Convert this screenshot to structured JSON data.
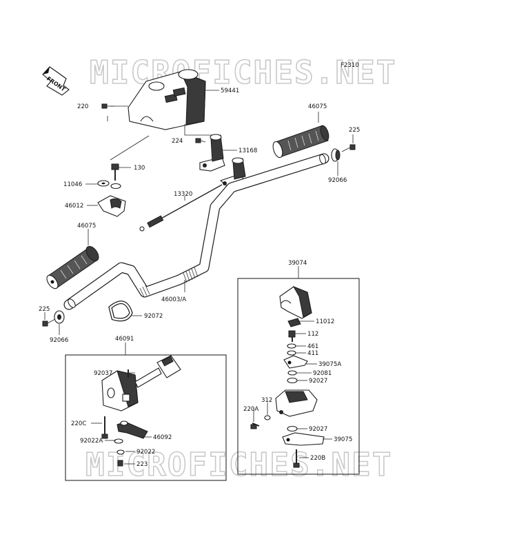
{
  "diagram": {
    "code": "F2310",
    "front_label": "FRONT",
    "watermark_top": "MICROFICHES.NET",
    "watermark_bottom": "MICROFICHES.NET"
  },
  "part_labels": [
    "59441",
    "220",
    "224",
    "13168",
    "46075",
    "225",
    "11046",
    "130",
    "92066",
    "46012",
    "13320",
    "46075",
    "39074",
    "46003/A",
    "225",
    "92072",
    "92066",
    "11012",
    "112",
    "461",
    "411",
    "46091",
    "39075A",
    "92037",
    "92081",
    "92027",
    "312",
    "220A",
    "220C",
    "92027",
    "92022A",
    "46092",
    "39075",
    "92022",
    "220B",
    "223"
  ]
}
